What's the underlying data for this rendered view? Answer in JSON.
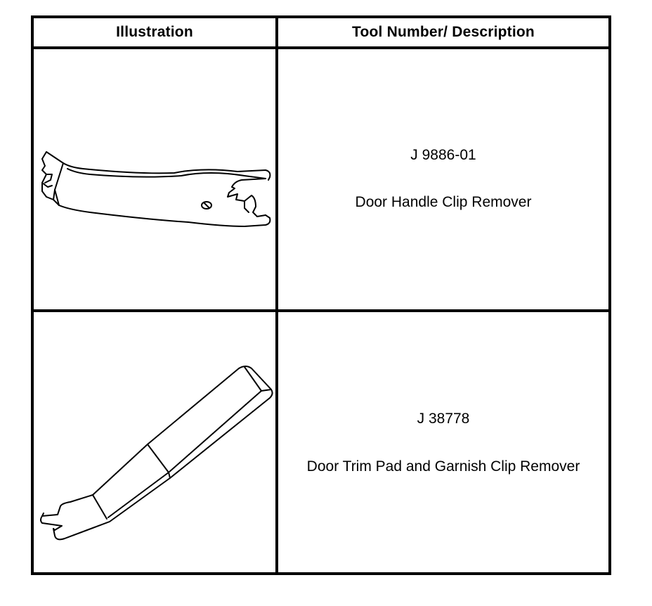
{
  "table": {
    "headers": [
      "Illustration",
      "Tool Number/ Description"
    ],
    "rows": [
      {
        "illustration_icon": "door-handle-clip-remover-icon",
        "tool_number": "J 9886-01",
        "description": "Door Handle Clip Remover"
      },
      {
        "illustration_icon": "door-trim-pad-clip-remover-icon",
        "tool_number": "J 38778",
        "description": "Door Trim Pad and Garnish Clip Remover"
      }
    ]
  }
}
